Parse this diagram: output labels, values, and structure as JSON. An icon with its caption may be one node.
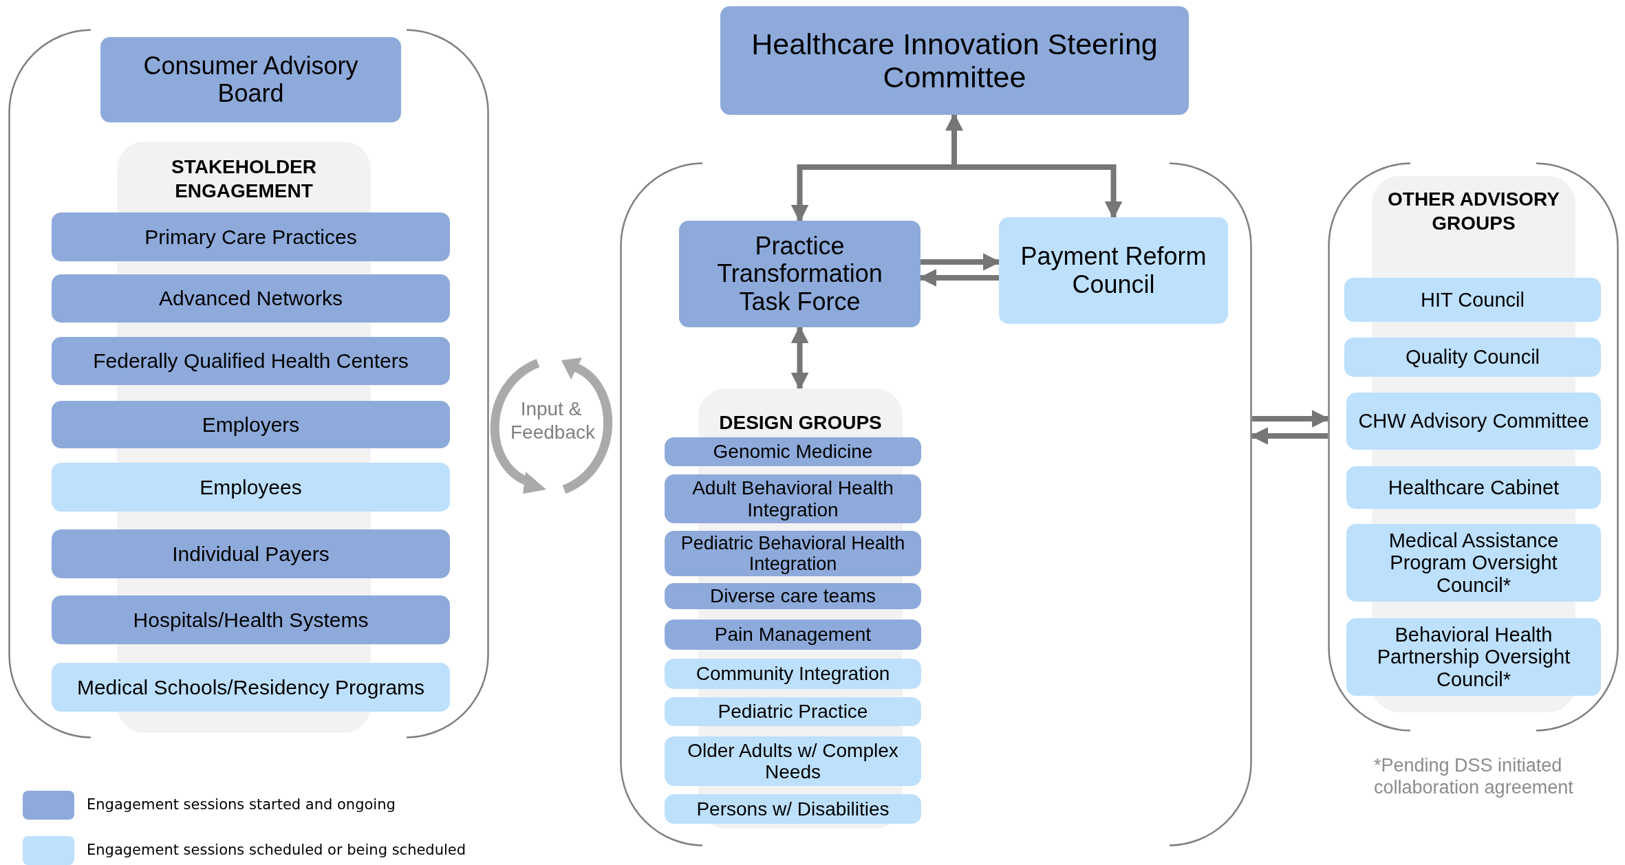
{
  "diagram": {
    "nodes": [
      {
        "text": [
          "Healthcare Innovation Steering Committee"
        ]
      },
      {
        "text": [],
        "shape": "bracket"
      },
      {
        "text": [
          "Consumer Advisory Board"
        ],
        "in": 1
      },
      {
        "text": [
          "STAKEHOLDER ENGAGEMENT"
        ],
        "in": 1
      },
      {
        "text": [
          "Primary Care Practices"
        ],
        "in": 1
      },
      {
        "text": [
          "Advanced Networks"
        ],
        "in": 1
      },
      {
        "text": [
          "Federally Qualified Health Centers"
        ],
        "in": 1
      },
      {
        "text": [
          "Employers"
        ],
        "in": 1
      },
      {
        "text": [
          "Employees"
        ],
        "in": 1
      },
      {
        "text": [
          "Individual Payers"
        ],
        "in": 1
      },
      {
        "text": [
          "Hospitals/Health Systems"
        ],
        "in": 1
      },
      {
        "text": [
          "Medical Schools/Residency Programs"
        ],
        "in": 1
      },
      {
        "text": [],
        "shape": "bracket"
      },
      {
        "text": [
          "Practice Transformation Task Force"
        ],
        "in": 12
      },
      {
        "text": [
          "Payment Reform Council"
        ],
        "in": 12
      },
      {
        "text": [
          "DESIGN GROUPS"
        ],
        "in": 12
      },
      {
        "text": [
          "Genomic Medicine"
        ],
        "in": 12
      },
      {
        "text": [
          "Adult Behavioral Health Integration"
        ],
        "in": 12
      },
      {
        "text": [
          "Pediatric Behavioral Health Integration"
        ],
        "in": 12
      },
      {
        "text": [
          "Diverse care teams"
        ],
        "in": 12
      },
      {
        "text": [
          "Pain Management"
        ],
        "in": 12
      },
      {
        "text": [
          "Community Integration"
        ],
        "in": 12
      },
      {
        "text": [
          "Pediatric Practice"
        ],
        "in": 12
      },
      {
        "text": [
          "Older Adults w/ Complex Needs"
        ],
        "in": 12
      },
      {
        "text": [
          "Persons w/ Disabilities"
        ],
        "in": 12
      },
      {
        "text": [],
        "shape": "bracket"
      },
      {
        "text": [
          "OTHER ADVISORY GROUPS"
        ],
        "in": 25
      },
      {
        "text": [
          "HIT Council"
        ],
        "in": 25
      },
      {
        "text": [
          "Quality Council"
        ],
        "in": 25
      },
      {
        "text": [
          "CHW Advisory Committee"
        ],
        "in": 25
      },
      {
        "text": [
          "Healthcare Cabinet"
        ],
        "in": 25
      },
      {
        "text": [
          "Medical Assistance Program Oversight Council*"
        ],
        "in": 25
      },
      {
        "text": [
          "Behavioral Health Partnership Oversight Council*"
        ],
        "in": 25
      }
    ],
    "edges": [
      {
        "from": 13,
        "to": 0,
        "arrow": "both"
      },
      {
        "from": 14,
        "to": 0,
        "arrow": "both"
      },
      {
        "from": 13,
        "to": 14,
        "arrow": "to"
      },
      {
        "from": 14,
        "to": 13,
        "arrow": "to"
      },
      {
        "from": 13,
        "to": 15,
        "arrow": "both"
      },
      {
        "from": 12,
        "to": 25,
        "arrow": "to"
      },
      {
        "from": 25,
        "to": 12,
        "arrow": "to"
      }
    ],
    "labels": [
      "Input & Feedback",
      "*Pending DSS initiated collaboration agreement"
    ],
    "legend": [
      {
        "text": "Engagement sessions started and ongoing",
        "color": "#8eaadb"
      },
      {
        "text": "Engagement sessions scheduled or being scheduled",
        "color": "#bde0fd"
      }
    ]
  }
}
